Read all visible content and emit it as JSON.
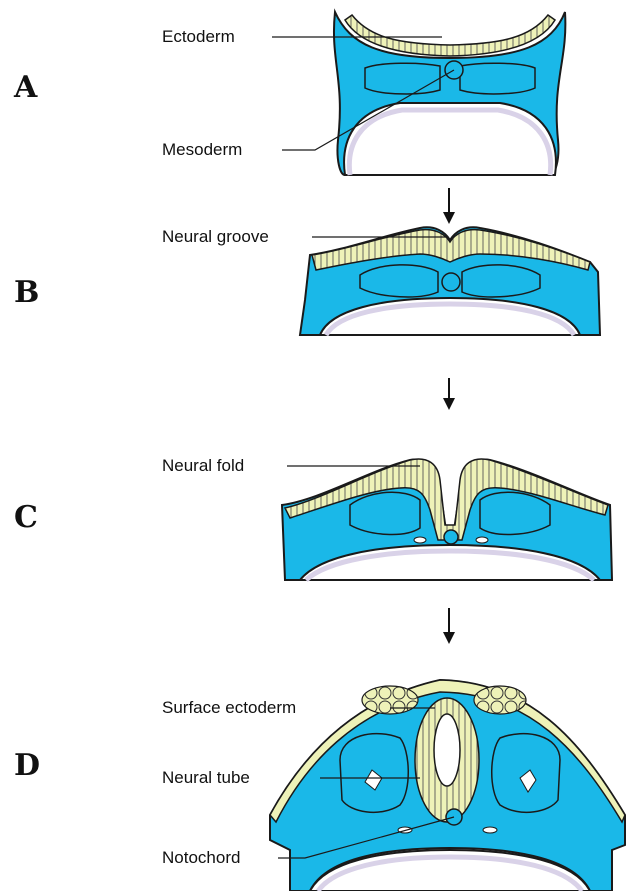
{
  "stages": [
    {
      "letter": "A",
      "labels": [
        "Ectoderm",
        "Mesoderm"
      ]
    },
    {
      "letter": "B",
      "labels": [
        "Neural groove"
      ]
    },
    {
      "letter": "C",
      "labels": [
        "Neural fold"
      ]
    },
    {
      "letter": "D",
      "labels": [
        "Surface ectoderm",
        "Neural tube",
        "Notochord"
      ]
    }
  ],
  "colors": {
    "mesoderm": "#1ab8e8",
    "ectoderm": "#eef2b8",
    "membrane": "#d9d2e8",
    "outline": "#1a1a1a"
  }
}
